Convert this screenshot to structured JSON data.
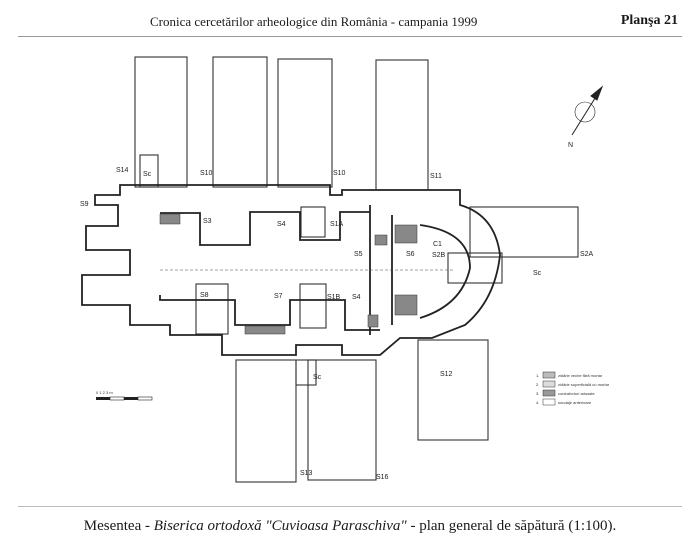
{
  "header": {
    "title": "Cronica cercetărilor arheologice din România - campania 1999",
    "plate": "Planşa  21"
  },
  "plan": {
    "north_label": "N",
    "section_labels": [
      "S14",
      "Sc",
      "S10",
      "S10",
      "S11",
      "S9",
      "S3",
      "S4",
      "S1A",
      "S5",
      "S6",
      "C1",
      "S2B",
      "Sc",
      "S2A",
      "S8",
      "S7",
      "S1B",
      "S4",
      "Sc",
      "S12",
      "S13",
      "S16"
    ],
    "legend": [
      {
        "num": "1.",
        "text": "zidărie veche fără mortar"
      },
      {
        "num": "2.",
        "text": "zidărie superficială cu mortar"
      },
      {
        "num": "3.",
        "text": "contraforturi adosate"
      },
      {
        "num": "4.",
        "text": "sondaje anterioare"
      }
    ],
    "scale_bar": {
      "value": "0    1    2    3  m"
    }
  },
  "caption": {
    "site": "Mesentea - ",
    "title": "Biserica ortodoxă \"Cuvioasa Paraschiva\"",
    "rest": " - plan general de săpătură (1:100)."
  }
}
